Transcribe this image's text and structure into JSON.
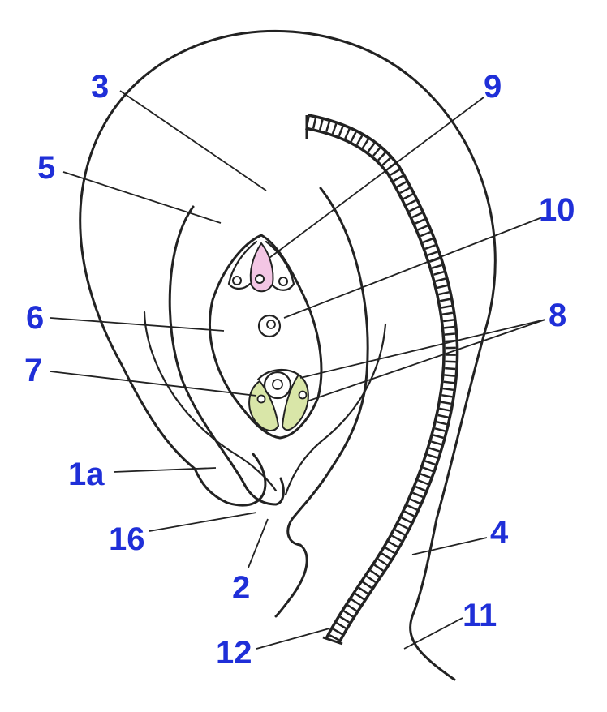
{
  "colors": {
    "label": "#1f2fd8",
    "line": "#222222",
    "synergid": "#f3c6e4",
    "antipodal": "#d9e6a8"
  },
  "labels": {
    "l1a": "1a",
    "l16": "16",
    "l2": "2",
    "l3": "3",
    "l4": "4",
    "l5": "5",
    "l6": "6",
    "l7": "7",
    "l8": "8",
    "l9": "9",
    "l10": "10",
    "l11": "11",
    "l12": "12"
  }
}
